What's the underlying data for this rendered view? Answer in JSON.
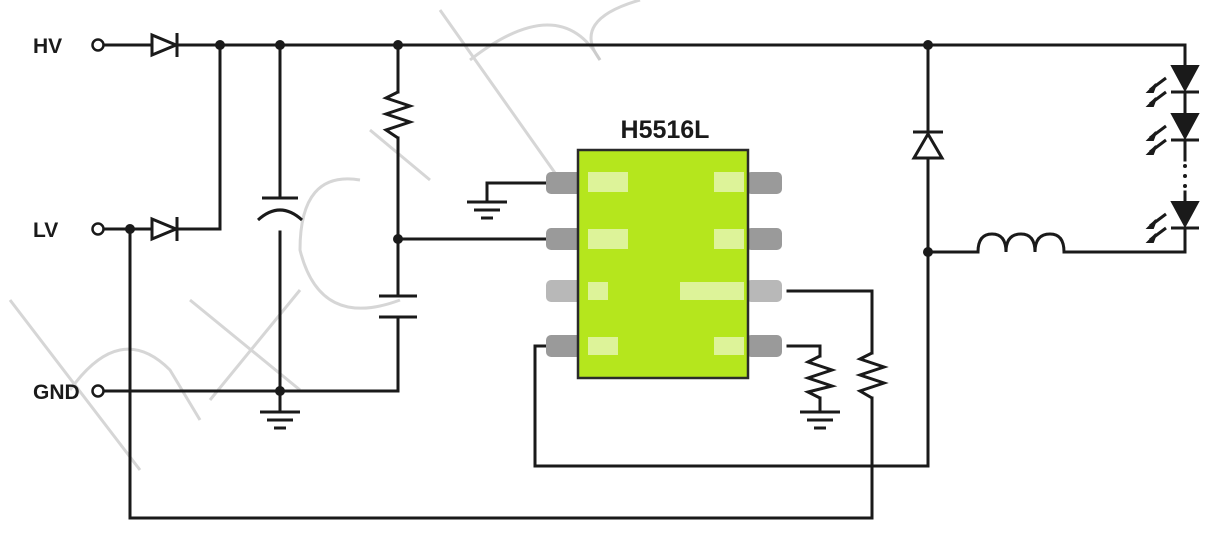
{
  "terminals": {
    "hv": "HV",
    "lv": "LV",
    "gnd": "GND"
  },
  "chip": {
    "name": "H5516L",
    "body_color": "#b5e61d"
  },
  "colors": {
    "wire": "#1a1a1a",
    "pin": "#9a9a9a",
    "watermark": "#c8c8c8"
  },
  "watermark": {
    "text": "hxc-pc"
  }
}
